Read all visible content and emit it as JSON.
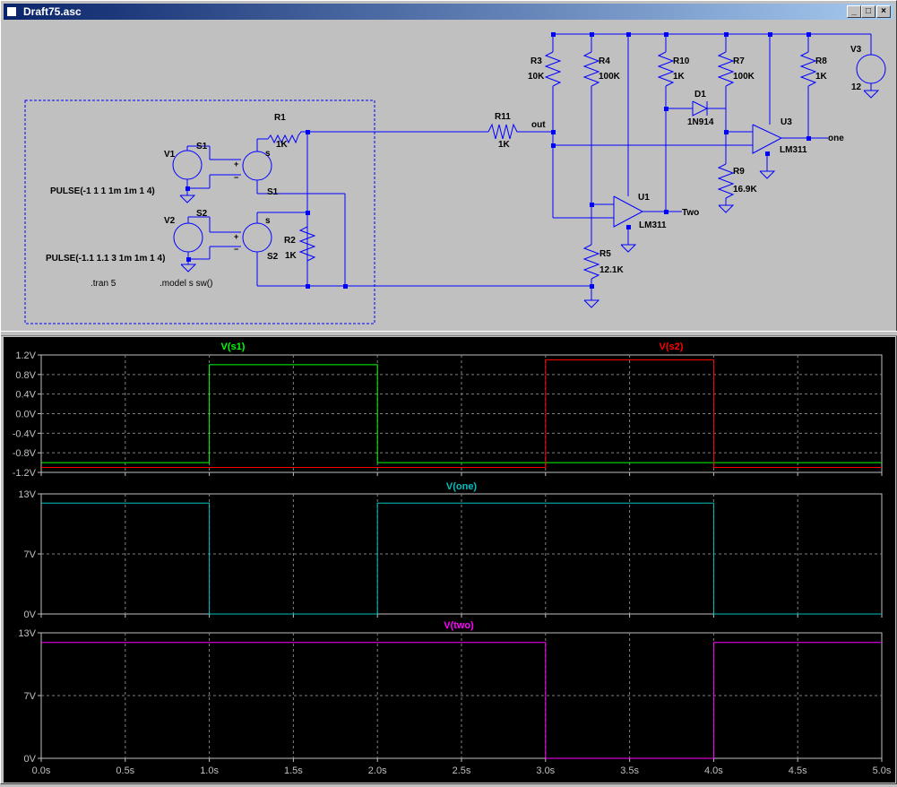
{
  "window": {
    "title": "Draft75.asc"
  },
  "schematic": {
    "components": {
      "R1": {
        "name": "R1",
        "value": "1K"
      },
      "R2": {
        "name": "R2",
        "value": "1K"
      },
      "R3": {
        "name": "R3",
        "value": "10K"
      },
      "R4": {
        "name": "R4",
        "value": "100K"
      },
      "R5": {
        "name": "R5",
        "value": "12.1K"
      },
      "R7": {
        "name": "R7",
        "value": "100K"
      },
      "R8": {
        "name": "R8",
        "value": "1K"
      },
      "R9": {
        "name": "R9",
        "value": "16.9K"
      },
      "R10": {
        "name": "R10",
        "value": "1K"
      },
      "R11": {
        "name": "R11",
        "value": "1K"
      },
      "D1": {
        "name": "D1",
        "value": "1N914"
      },
      "U1": {
        "name": "U1",
        "value": "LM311"
      },
      "U3": {
        "name": "U3",
        "value": "LM311"
      },
      "V1": {
        "name": "V1",
        "value": "PULSE(-1 1 1 1m 1m 1 4)"
      },
      "V2": {
        "name": "V2",
        "value": "PULSE(-1.1 1.1 3 1m 1m 1 4)"
      },
      "V3": {
        "name": "V3",
        "value": "12"
      },
      "S1": {
        "name": "S1",
        "model": "s"
      },
      "S2": {
        "name": "S2",
        "model": "s"
      }
    },
    "nets": {
      "s1": "S1",
      "s2": "S2",
      "out": "out",
      "one": "one",
      "two": "Two"
    },
    "directives": {
      "tran": ".tran 5",
      "model": ".model s sw()"
    },
    "pin_plus": "+",
    "pin_minus": "−"
  },
  "colors": {
    "wire": "#0000ff",
    "s1": "#00ff00",
    "s2": "#ff0000",
    "one": "#00c0c0",
    "two": "#ff00ff",
    "axis": "#c0c0c0",
    "grid": "#808080"
  },
  "waveforms": {
    "x_ticks": [
      "0.0s",
      "0.5s",
      "1.0s",
      "1.5s",
      "2.0s",
      "2.5s",
      "3.0s",
      "3.5s",
      "4.0s",
      "4.5s",
      "5.0s"
    ],
    "panes": [
      {
        "id": "p1",
        "ticks": [
          "1.2V",
          "0.8V",
          "0.4V",
          "0.0V",
          "-0.4V",
          "-0.8V",
          "-1.2V"
        ],
        "traces": [
          {
            "name": "V(s1)",
            "color": "#00ff00"
          },
          {
            "name": "V(s2)",
            "color": "#ff0000"
          }
        ]
      },
      {
        "id": "p2",
        "ticks": [
          "13V",
          "7V",
          "0V"
        ],
        "traces": [
          {
            "name": "V(one)",
            "color": "#00c0c0"
          }
        ]
      },
      {
        "id": "p3",
        "ticks": [
          "13V",
          "7V",
          "0V"
        ],
        "traces": [
          {
            "name": "V(two)",
            "color": "#ff00ff"
          }
        ]
      }
    ]
  },
  "chart_data": [
    {
      "type": "line",
      "title": "",
      "xlabel": "",
      "ylabel": "",
      "xlim": [
        0,
        5
      ],
      "ylim": [
        -1.2,
        1.2
      ],
      "series": [
        {
          "name": "V(s1)",
          "x": [
            0,
            1,
            1,
            2,
            2,
            5
          ],
          "y": [
            -1,
            -1,
            1,
            1,
            -1,
            -1
          ]
        },
        {
          "name": "V(s2)",
          "x": [
            0,
            3,
            3,
            4,
            4,
            5
          ],
          "y": [
            -1.1,
            -1.1,
            1.1,
            1.1,
            -1.1,
            -1.1
          ]
        }
      ]
    },
    {
      "type": "line",
      "title": "",
      "xlabel": "",
      "ylabel": "",
      "xlim": [
        0,
        5
      ],
      "ylim": [
        0,
        13
      ],
      "series": [
        {
          "name": "V(one)",
          "x": [
            0,
            1,
            1,
            2,
            2,
            4,
            4,
            5
          ],
          "y": [
            12,
            12,
            0,
            0,
            12,
            12,
            0,
            0
          ]
        }
      ]
    },
    {
      "type": "line",
      "title": "",
      "xlabel": "",
      "ylabel": "",
      "xlim": [
        0,
        5
      ],
      "ylim": [
        0,
        13
      ],
      "series": [
        {
          "name": "V(two)",
          "x": [
            0,
            3,
            3,
            4,
            4,
            5
          ],
          "y": [
            12,
            12,
            0,
            0,
            12,
            12
          ]
        }
      ]
    }
  ]
}
